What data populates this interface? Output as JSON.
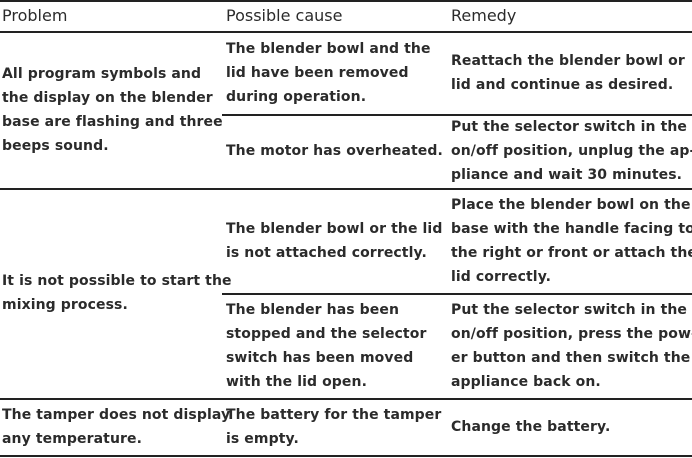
{
  "headers": [
    "Problem",
    "Possible cause",
    "Remedy"
  ],
  "rows": [
    {
      "problem": [
        "All program symbols and",
        "the display on the blender",
        "base are flashing and three",
        "beeps sound."
      ],
      "causes": [
        {
          "cause": [
            "The blender bowl and the",
            "lid have been removed",
            "during operation."
          ],
          "remedy": [
            "Reattach the blender bowl or",
            "lid and continue as desired."
          ]
        },
        {
          "cause": [
            "The motor has overheated."
          ],
          "remedy": [
            "Put the selector switch in the",
            "on/off position, unplug the ap-",
            "pliance and wait 30 minutes."
          ]
        }
      ]
    },
    {
      "problem": [
        "It is not possible to start the",
        "mixing process."
      ],
      "causes": [
        {
          "cause": [
            "The blender bowl or the lid",
            "is not attached correctly."
          ],
          "remedy": [
            "Place the blender bowl on the",
            "base with the handle facing to",
            "the right or front or attach the",
            "lid correctly."
          ]
        },
        {
          "cause": [
            "The blender has been",
            "stopped and the selector",
            "switch has been moved",
            "with the lid open."
          ],
          "remedy": [
            "Put the selector switch in the",
            "on/off position, press the pow-",
            "er button and then switch the",
            "appliance back on."
          ]
        }
      ]
    },
    {
      "problem": [
        "The tamper does not display",
        "any temperature."
      ],
      "causes": [
        {
          "cause": [
            "The battery for the tamper",
            "is empty."
          ],
          "remedy": [
            "Change the battery."
          ]
        }
      ]
    }
  ]
}
